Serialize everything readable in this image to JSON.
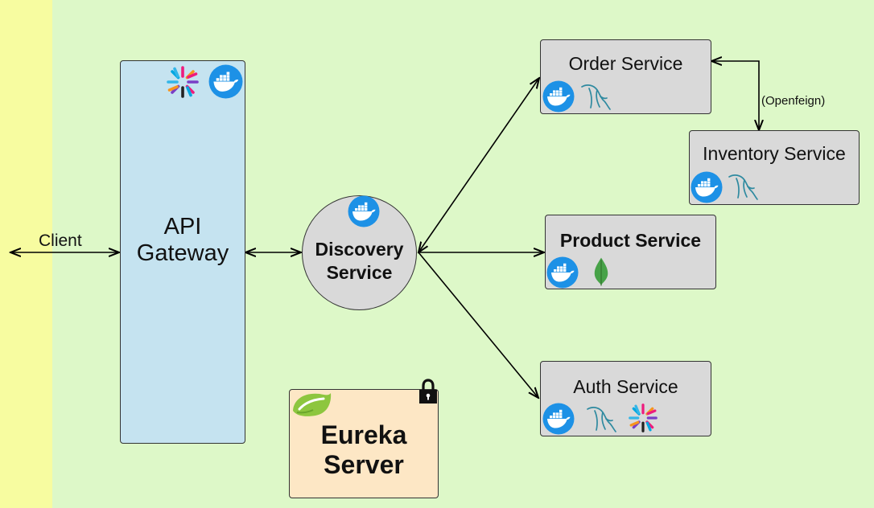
{
  "client_label": "Client",
  "gateway": {
    "line1": "API",
    "line2": "Gateway"
  },
  "discovery": {
    "line1": "Discovery",
    "line2": "Service"
  },
  "order": {
    "title": "Order Service"
  },
  "inventory": {
    "title": "Inventory Service"
  },
  "product": {
    "title": "Product Service"
  },
  "auth": {
    "title": "Auth Service"
  },
  "openfeign_label": "(Openfeign)",
  "eureka": {
    "line1": "Eureka",
    "line2": "Server"
  },
  "icons": [
    "docker-icon",
    "mysql-icon",
    "mongodb-icon",
    "keycloak-icon",
    "spring-icon",
    "lock-icon"
  ],
  "colors": {
    "client_zone": "#f7fca0",
    "main_zone": "#ddf8c8",
    "gateway": "#c5e3f0",
    "service": "#d9d9d9",
    "eureka": "#fde7c5",
    "docker": "#1d91e6",
    "mongodb": "#47a248",
    "mysql": "#2f8aa0"
  }
}
